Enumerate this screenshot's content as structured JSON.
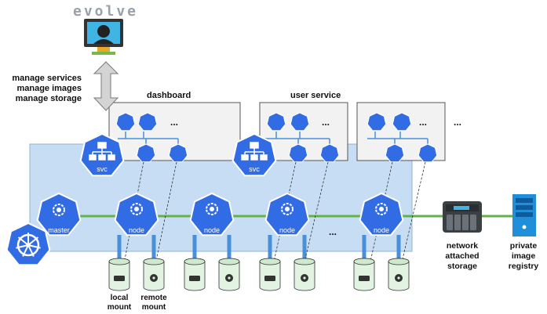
{
  "logo": {
    "text": "evolve"
  },
  "actions": [
    "manage services",
    "manage images",
    "manage storage"
  ],
  "groups": [
    {
      "label": "dashboard"
    },
    {
      "label": "user service"
    },
    {
      "label": ""
    }
  ],
  "more": "...",
  "icons": {
    "master": "master",
    "node": "node",
    "svc": "svc",
    "pod": "pod",
    "c": "c"
  },
  "storage": {
    "local": [
      "local",
      "mount"
    ],
    "remote": [
      "remote",
      "mount"
    ],
    "nas": [
      "network",
      "attached",
      "storage"
    ],
    "registry": [
      "private",
      "image",
      "registry"
    ]
  },
  "colors": {
    "k8s_blue": "#326ce5",
    "cluster_bg": "#c6ddf3",
    "network_green": "#62b24a",
    "link_blue": "#4a90d9"
  }
}
